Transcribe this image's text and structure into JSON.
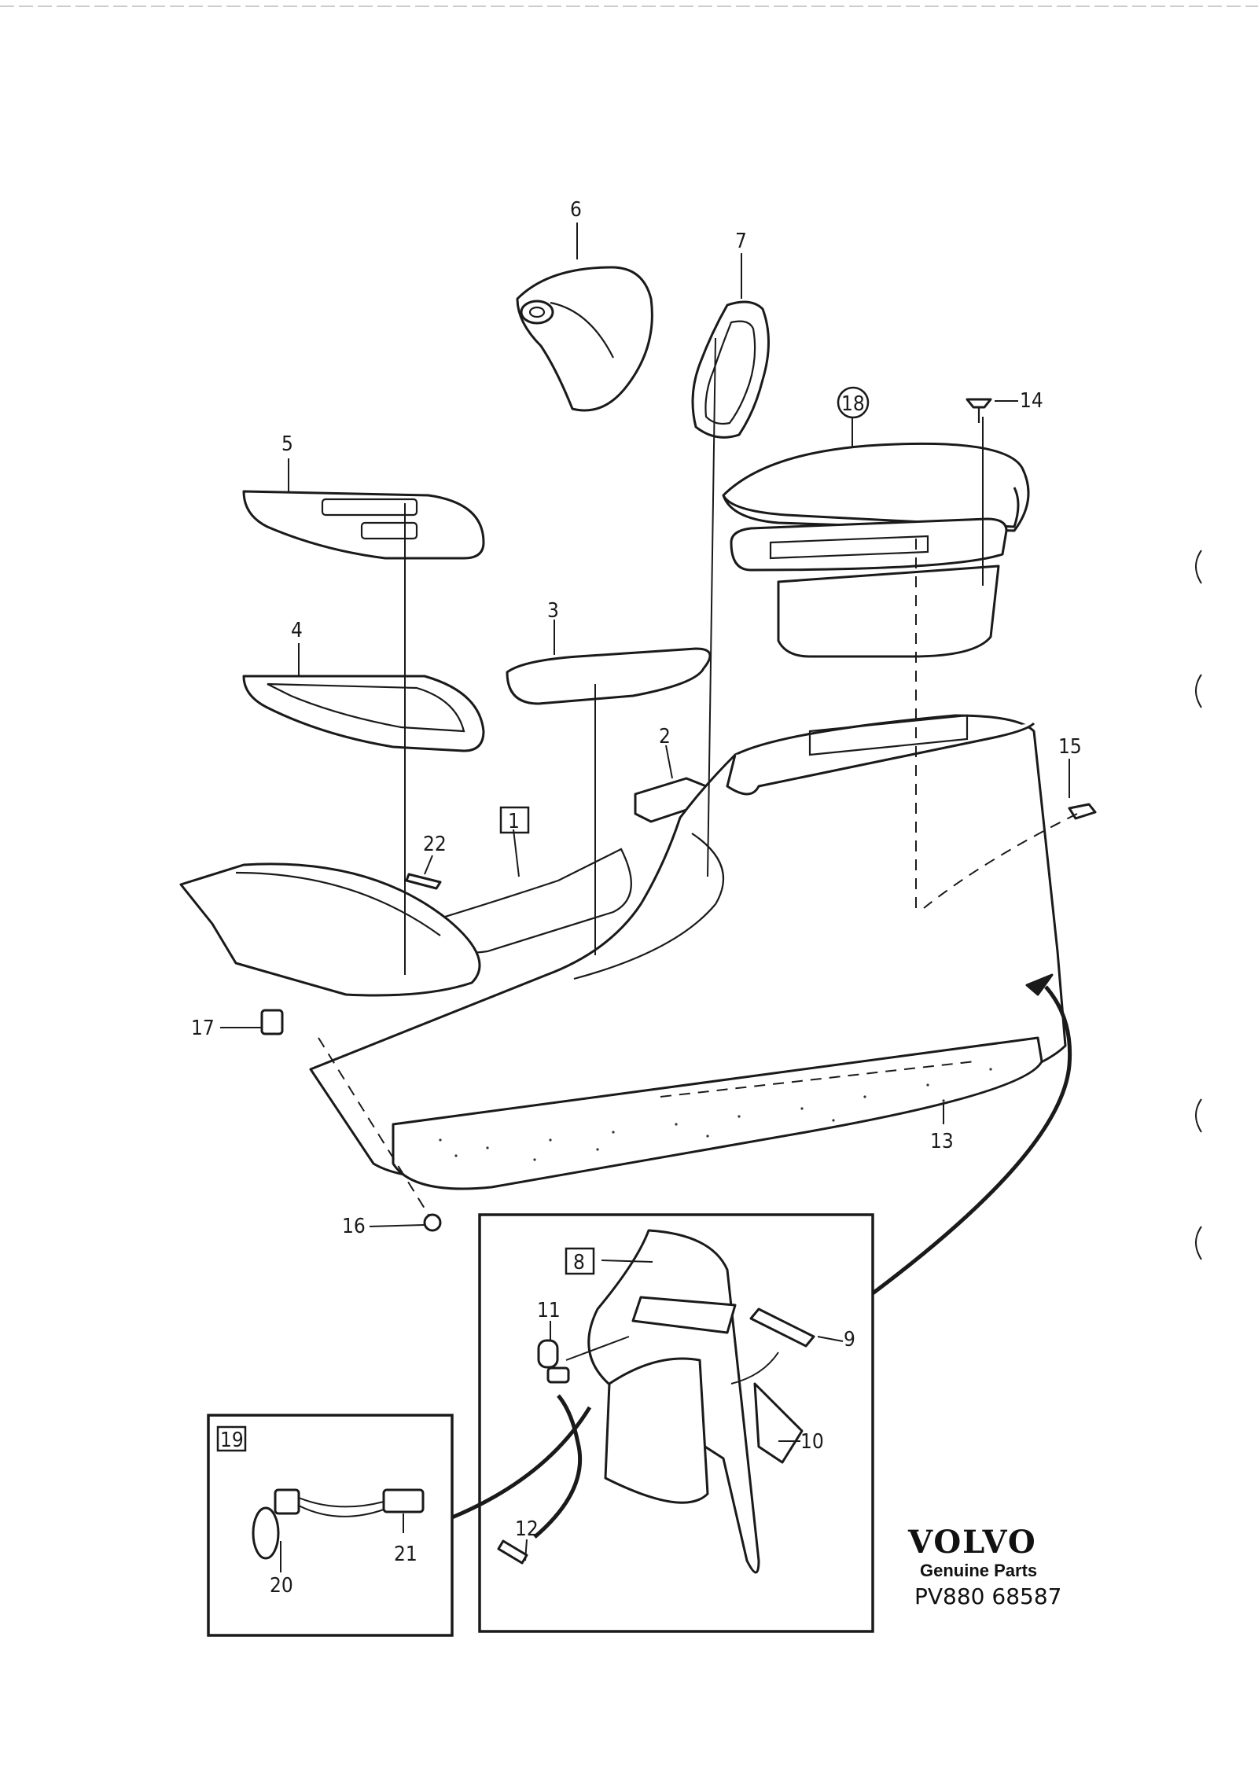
{
  "callouts": {
    "c1": "1",
    "c2": "2",
    "c3": "3",
    "c4": "4",
    "c5": "5",
    "c6": "6",
    "c7": "7",
    "c8": "8",
    "c9": "9",
    "c10": "10",
    "c11": "11",
    "c12": "12",
    "c13": "13",
    "c14": "14",
    "c15": "15",
    "c16": "16",
    "c17": "17",
    "c18": "18",
    "c19": "19",
    "c20": "20",
    "c21": "21",
    "c22": "22"
  },
  "brand": {
    "logo_text": "VOLVO",
    "subtitle": "Genuine Parts",
    "code": "PV880 68587"
  }
}
